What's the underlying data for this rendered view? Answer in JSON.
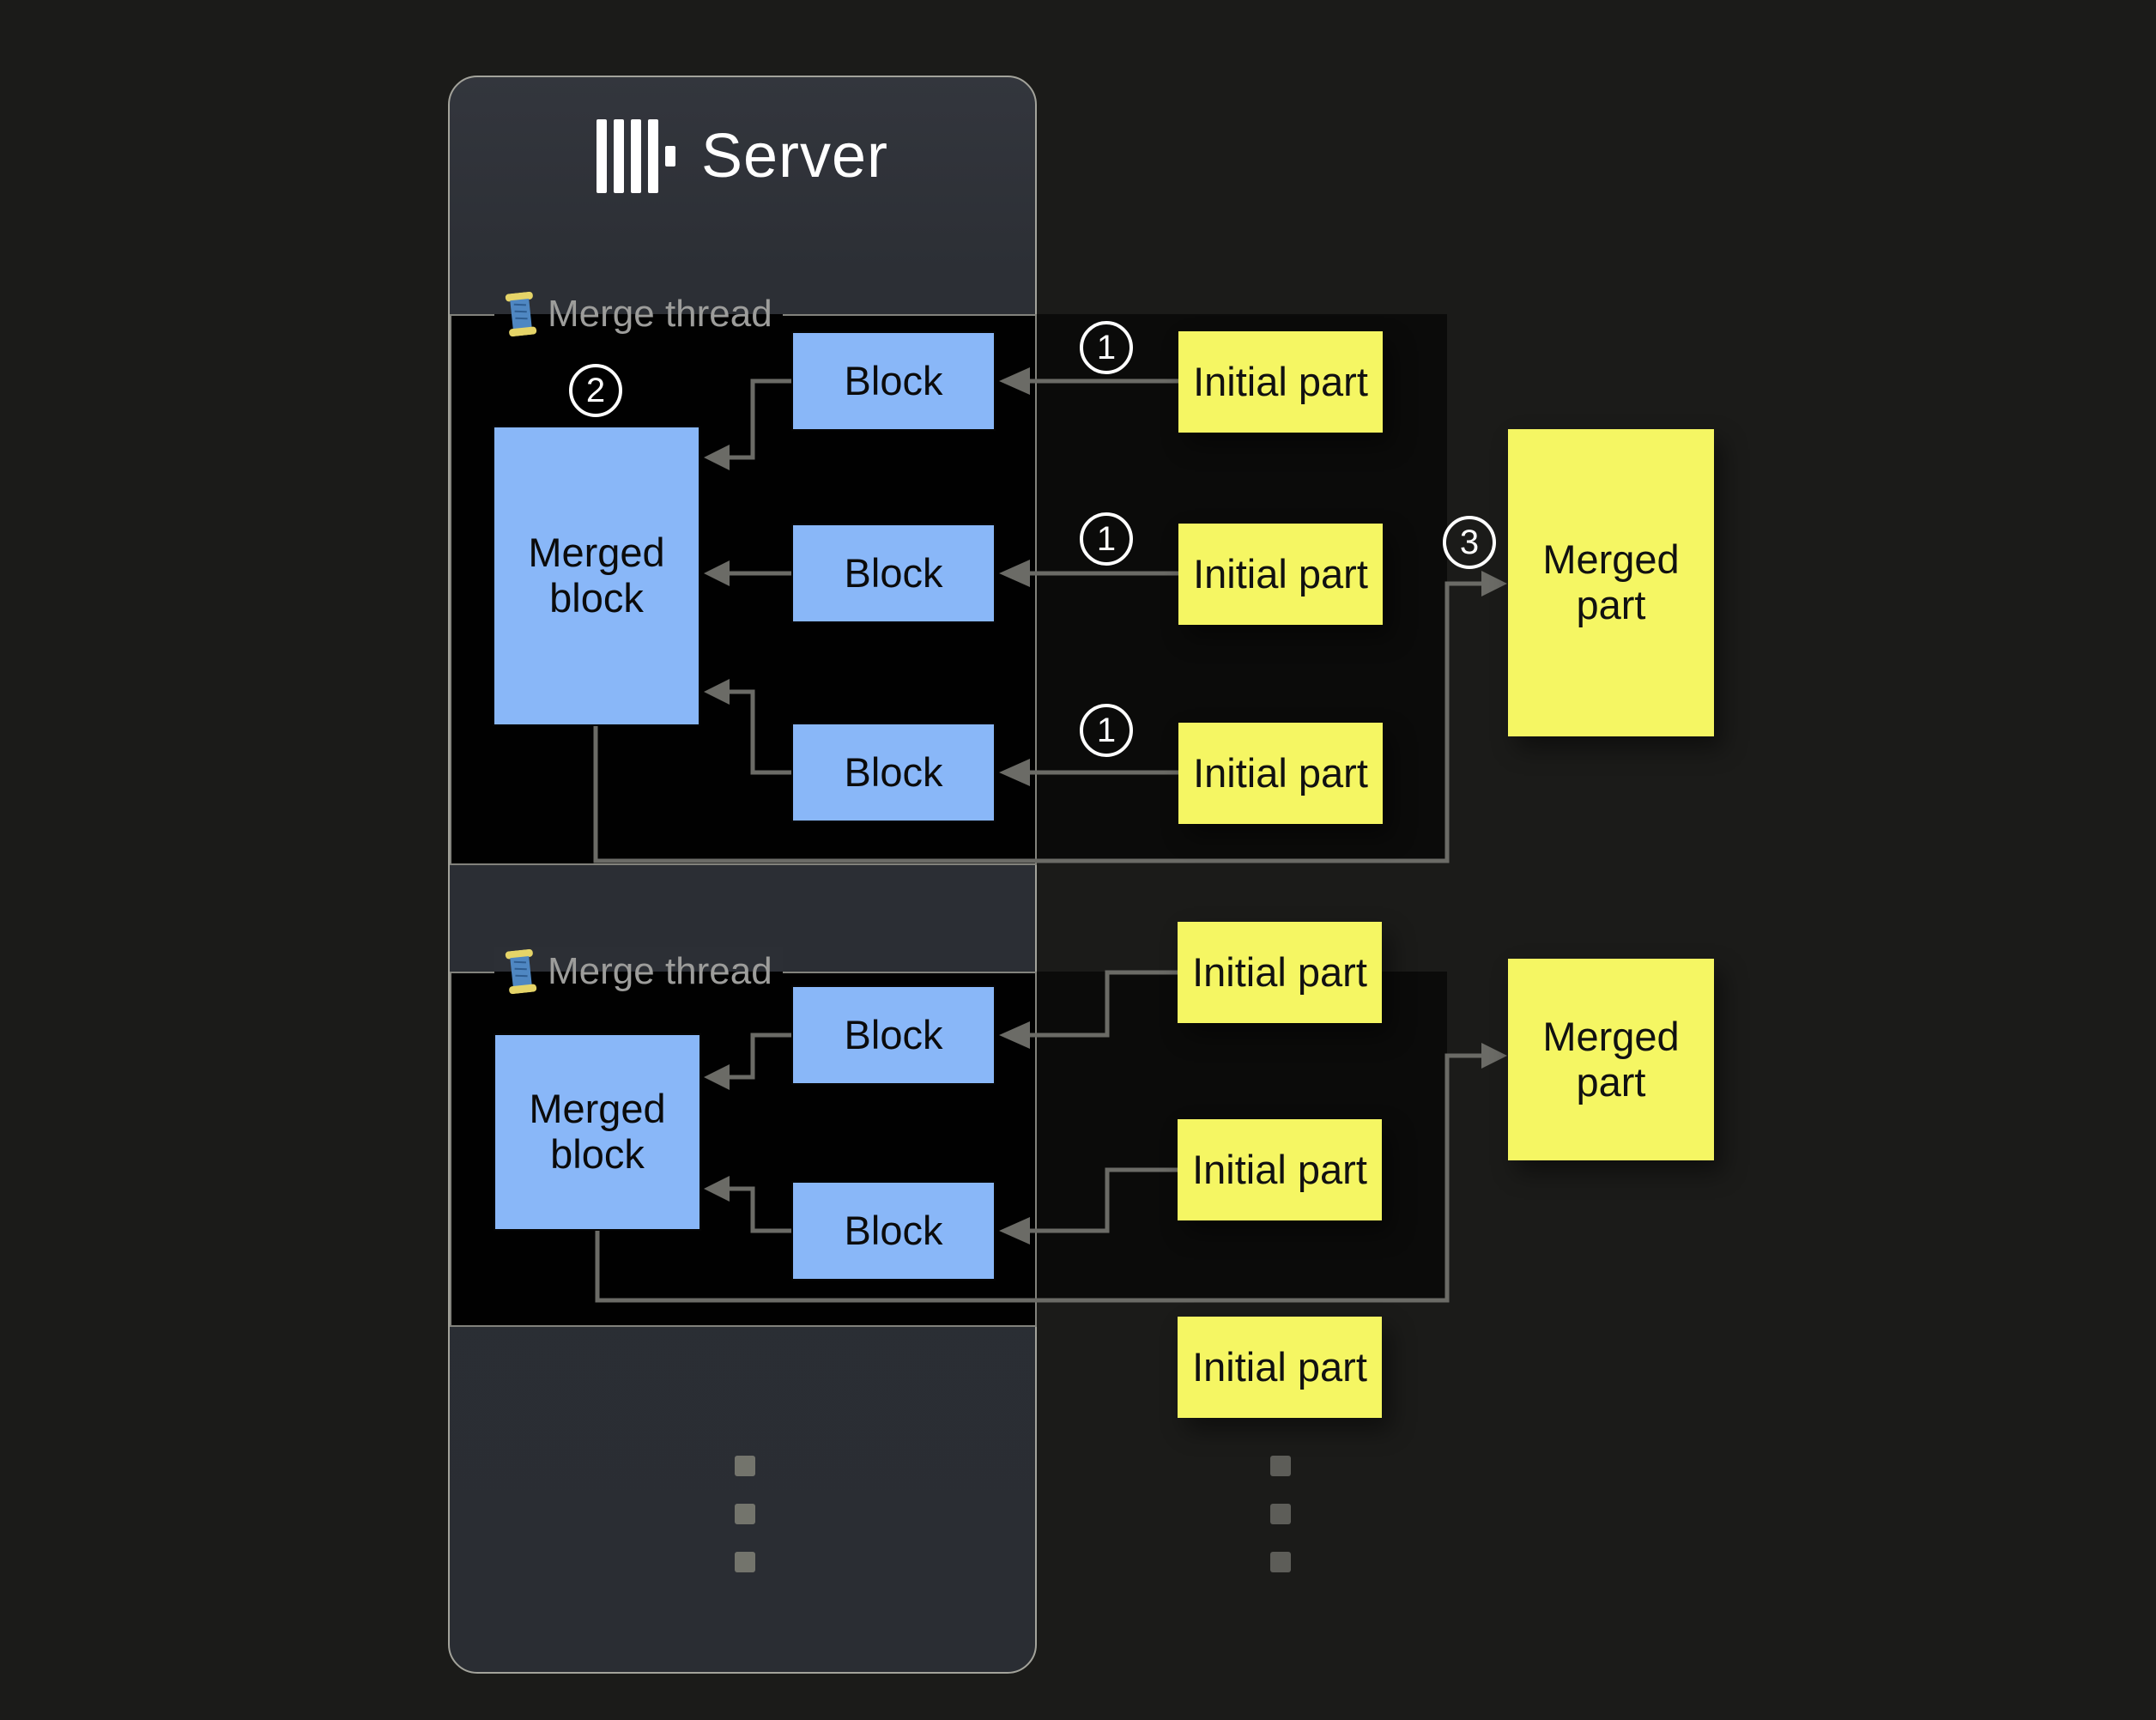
{
  "server": {
    "title": "Server",
    "logo": "clickhouse-bars-logo"
  },
  "threads": [
    {
      "label": "Merge thread",
      "icon": "thread-spool-icon",
      "merged_block_label": "Merged block",
      "block_labels": [
        "Block",
        "Block",
        "Block"
      ]
    },
    {
      "label": "Merge thread",
      "icon": "thread-spool-icon",
      "merged_block_label": "Merged block",
      "block_labels": [
        "Block",
        "Block"
      ]
    }
  ],
  "parts": {
    "initial_labels": [
      "Initial part",
      "Initial part",
      "Initial part",
      "Initial part",
      "Initial part",
      "Initial part"
    ],
    "merged_labels": [
      "Merged part",
      "Merged part"
    ]
  },
  "step_badges": [
    {
      "value": "1"
    },
    {
      "value": "1"
    },
    {
      "value": "1"
    },
    {
      "value": "2"
    },
    {
      "value": "3"
    }
  ],
  "ellipsis": {
    "columns": 2,
    "dots_per_column": 3
  },
  "colors": {
    "background": "#1b1b19",
    "server_fill": "#2c2f35",
    "section_fill": "#010101",
    "block_blue": "#89b7f8",
    "part_yellow": "#f5f663",
    "connector_gray": "#6b6b66",
    "label_gray": "#9d9d9b",
    "badge_white": "#ffffff"
  }
}
